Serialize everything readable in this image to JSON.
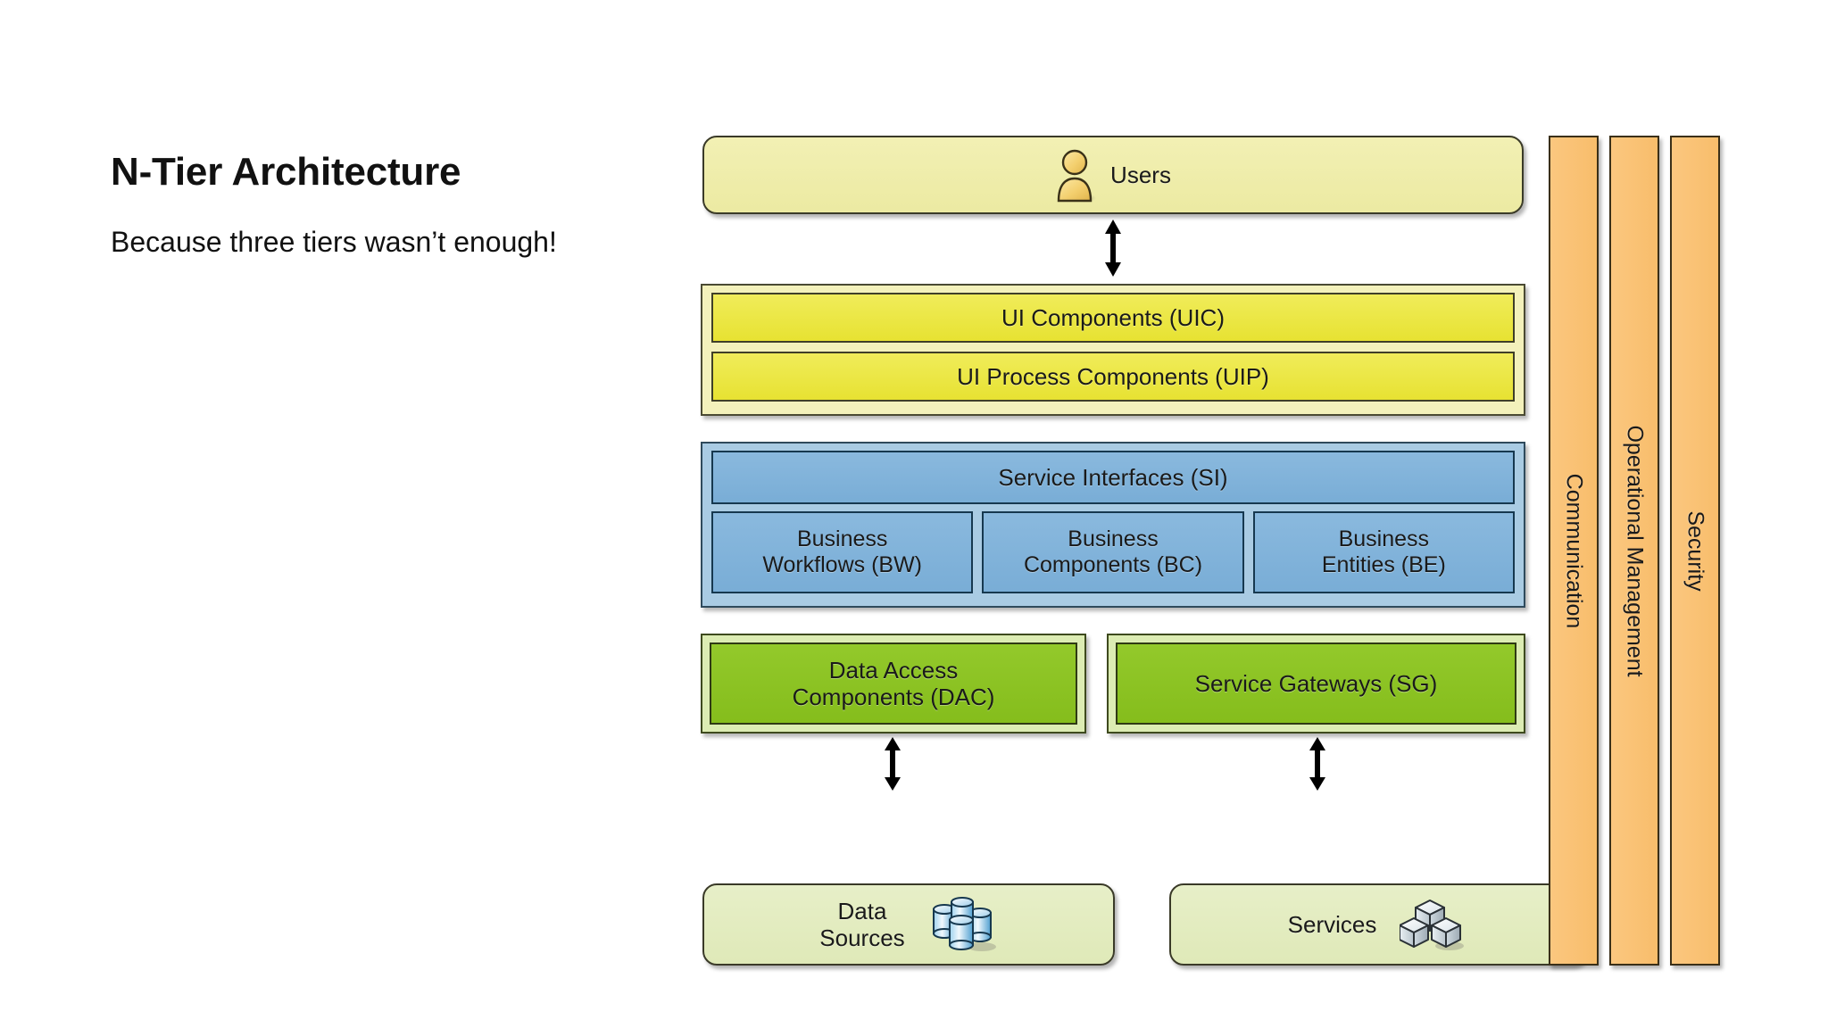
{
  "slide": {
    "title": "N-Tier Architecture",
    "subtitle": "Because three tiers wasn’t enough!"
  },
  "diagram": {
    "users": {
      "label": "Users",
      "icon": "user-icon"
    },
    "ui_tier": {
      "items": [
        {
          "label": "UI Components (UIC)"
        },
        {
          "label": "UI Process Components (UIP)"
        }
      ]
    },
    "business_tier": {
      "service_interfaces": "Service Interfaces (SI)",
      "cells": [
        {
          "line1": "Business",
          "line2": "Workflows (BW)"
        },
        {
          "line1": "Business",
          "line2": "Components (BC)"
        },
        {
          "line1": "Business",
          "line2": "Entities (BE)"
        }
      ]
    },
    "data_tier": {
      "data_access": {
        "line1": "Data Access",
        "line2": "Components (DAC)"
      },
      "service_gateways": {
        "line1": "Service Gateways (SG)"
      }
    },
    "sources": {
      "data_sources": {
        "line1": "Data",
        "line2": "Sources",
        "icon": "database-icon"
      },
      "services": {
        "line1": "Services",
        "icon": "cubes-icon"
      }
    },
    "cross_cutting": [
      {
        "label": "Communication"
      },
      {
        "label": "Operational Management"
      },
      {
        "label": "Security"
      }
    ],
    "arrows": [
      {
        "name": "users-to-ui",
        "type": "double-headed-vertical-arrow"
      },
      {
        "name": "dac-to-data-sources",
        "type": "double-headed-vertical-arrow"
      },
      {
        "name": "sg-to-services",
        "type": "double-headed-vertical-arrow"
      }
    ]
  },
  "colors": {
    "users_fill": "#eceaa2",
    "ui_tier_fill": "#f3f1bb",
    "ui_box_fill": "#ede83f",
    "business_tier_fill": "#a9cbe3",
    "business_box_fill": "#7fb2d9",
    "data_tier_fill": "#dcecb3",
    "data_box_fill": "#8cc425",
    "sources_fill": "#e1eabb",
    "crosscut_fill": "#f8be70",
    "text": "#1a1a1a",
    "background": "#ffffff"
  }
}
